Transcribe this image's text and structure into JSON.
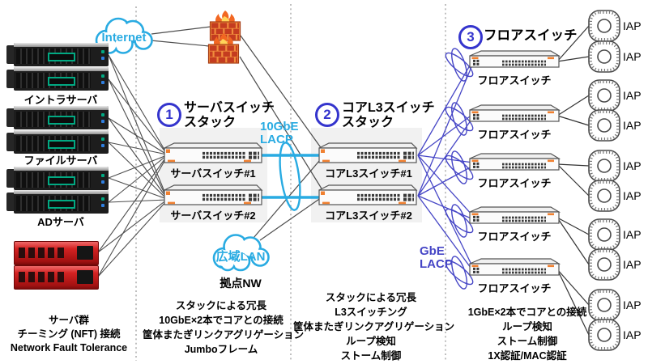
{
  "internet": {
    "label": "Internet"
  },
  "wan_cloud": {
    "label": "広域LAN",
    "caption": "拠点NW"
  },
  "server_groups": [
    {
      "label": "イントラサーバ"
    },
    {
      "label": "ファイルサーバ"
    },
    {
      "label": "ADサーバ"
    }
  ],
  "left_notes": [
    "サーバ群",
    "チーミング (NFT) 接続",
    "Network Fault Tolerance"
  ],
  "server_switch_zone": {
    "number": "1",
    "title_lines": [
      "サーバスイッチ",
      "スタック"
    ],
    "switches": [
      {
        "label": "サーバスイッチ#1"
      },
      {
        "label": "サーバスイッチ#2"
      }
    ],
    "uplink_label_lines": [
      "10GbE",
      "LACP"
    ],
    "notes": [
      "スタックによる冗長",
      "10GbE×2本でコアとの接続",
      "筐体またぎリンクアグリゲーション",
      "Jumboフレーム"
    ]
  },
  "core_switch_zone": {
    "number": "2",
    "title_lines": [
      "コアL3スイッチ",
      "スタック"
    ],
    "switches": [
      {
        "label": "コアL3スイッチ#1"
      },
      {
        "label": "コアL3スイッチ#2"
      }
    ],
    "notes": [
      "スタックによる冗長",
      "L3スイッチング",
      "筐体またぎリンクアグリゲーション",
      "ループ検知",
      "ストーム制御"
    ]
  },
  "floor_zone": {
    "number": "3",
    "title": "フロアスイッチ",
    "switches": [
      {
        "label": "フロアスイッチ"
      },
      {
        "label": "フロアスイッチ"
      },
      {
        "label": "フロアスイッチ"
      },
      {
        "label": "フロアスイッチ"
      },
      {
        "label": "フロアスイッチ"
      }
    ],
    "uplink_label_lines": [
      "GbE",
      "LACP"
    ],
    "notes": [
      "1GbE×2本でコアとの接続",
      "ループ検知",
      "ストーム制御",
      "1X認証/MAC認証"
    ]
  },
  "access_points": [
    {
      "label": "IAP"
    },
    {
      "label": "IAP"
    },
    {
      "label": "IAP"
    },
    {
      "label": "IAP"
    },
    {
      "label": "IAP"
    },
    {
      "label": "IAP"
    },
    {
      "label": "IAP"
    },
    {
      "label": "IAP"
    },
    {
      "label": "IAP"
    },
    {
      "label": "IAP"
    }
  ],
  "colors": {
    "cyan": "#29abe2",
    "blue_link": "#4646c6",
    "circle_blue": "#3434cd",
    "switch_orange": "#f08030",
    "hpe_green": "#01a982",
    "line_gray": "#4d4d4d"
  }
}
